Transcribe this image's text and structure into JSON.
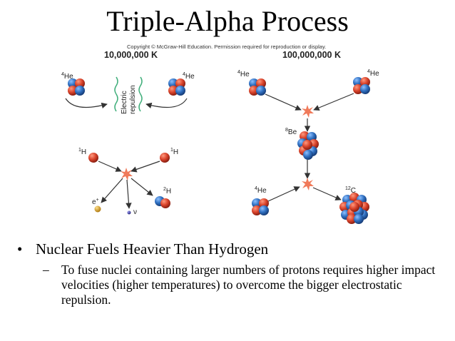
{
  "slide": {
    "title": "Triple-Alpha Process",
    "copyright": "Copyright © McGraw-Hill Education. Permission required for reproduction or display.",
    "temp_left": "10,000,000 K",
    "temp_right": "100,000,000 K"
  },
  "diagram": {
    "labels": {
      "he4": "He",
      "he4_sup": "4",
      "electric": "Electric",
      "repulsion": "repulsion",
      "h1": "H",
      "h1_sup": "1",
      "h2": "H",
      "h2_sup": "2",
      "positron": "e",
      "positron_sup": "+",
      "neutrino": "ν",
      "be8": "Be",
      "be8_sup": "8",
      "c12": "C",
      "c12_sup": "12"
    },
    "colors": {
      "proton": "#d9432b",
      "neutron": "#2f6fc0",
      "spark": "#f07a5a",
      "wave": "#3fae7a",
      "positron": "#d9a030",
      "neutrino": "#4a4aa0"
    }
  },
  "bullets": {
    "main": "Nuclear Fuels Heavier Than Hydrogen",
    "sub": "To fuse nuclei containing larger numbers of protons requires higher impact velocities (higher temperatures) to overcome the bigger electrostatic repulsion.",
    "bullet_glyph": "•",
    "dash_glyph": "–"
  }
}
